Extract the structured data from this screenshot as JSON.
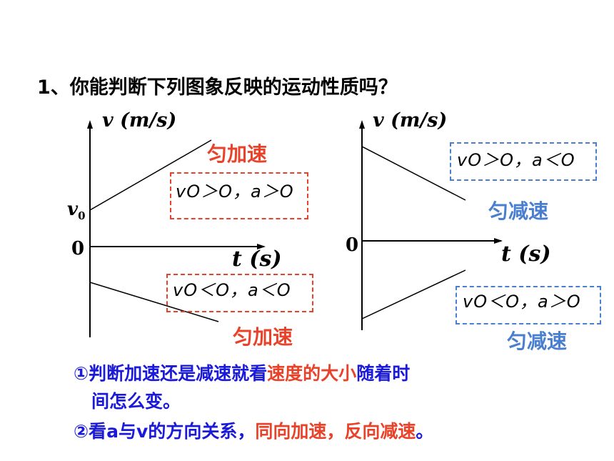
{
  "title": "1、你能判断下列图象反映的运动性质吗？",
  "graph_left": {
    "y_axis_label": "v (m/s)",
    "x_axis_label": "t (s)",
    "origin_label": "0",
    "v0_label": "v",
    "v0_sub": "0",
    "upper": {
      "condition": "vO＞O，a＞O",
      "motion": "匀加速"
    },
    "lower": {
      "condition": "vO＜O，a＜O",
      "motion": "匀加速"
    }
  },
  "graph_right": {
    "y_axis_label": "v (m/s)",
    "x_axis_label": "t (s)",
    "origin_label": "0",
    "upper": {
      "condition": "vO＞O，a＜O",
      "motion": "匀减速"
    },
    "lower": {
      "condition": "vO＜O，a＞O",
      "motion": "匀减速"
    }
  },
  "notes": {
    "line1_pre": "①判断加速还是减速就看",
    "line1_highlight": "速度的大小",
    "line1_post": "随着时",
    "line2": "间怎么变。",
    "line3_pre": "②看a与v的方向关系，",
    "line3_highlight": "同向加速，反向减速",
    "line3_post": "。"
  },
  "colors": {
    "red": "#e8432a",
    "blue": "#4a7fd0",
    "note_blue": "#1a1ad8"
  }
}
